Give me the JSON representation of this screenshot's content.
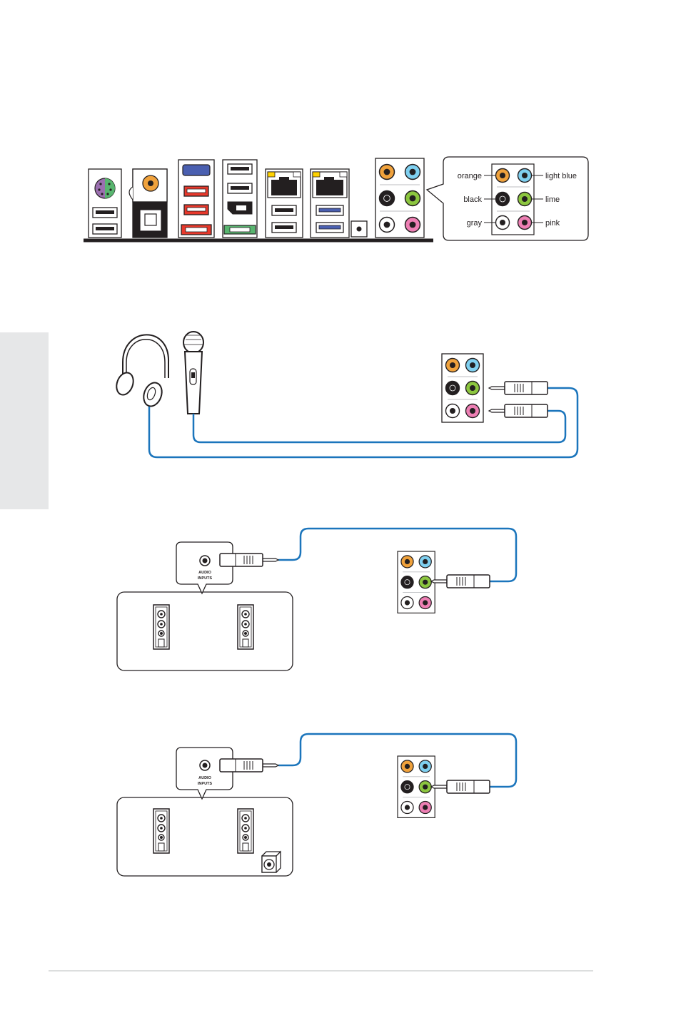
{
  "legend": {
    "left": [
      "orange",
      "black",
      "gray"
    ],
    "right": [
      "light blue",
      "lime",
      "pink"
    ]
  },
  "speaker_input": {
    "line1": "AUDIO",
    "line2": "INPUTS"
  },
  "colors": {
    "orange": "#f0a23c",
    "light_blue": "#7fd0f0",
    "black": "#231f20",
    "lime": "#8cc63f",
    "gray": "#ffffff",
    "pink": "#ee7fb4",
    "purple": "#9b6fb0",
    "green_ps2": "#58b56f",
    "red_usb": "#e8392c",
    "blue_usb": "#4a5fb0",
    "cable_blue": "#1b75bc",
    "side_tab": "#e6e7e8",
    "footer_line": "#d1d3d4"
  }
}
